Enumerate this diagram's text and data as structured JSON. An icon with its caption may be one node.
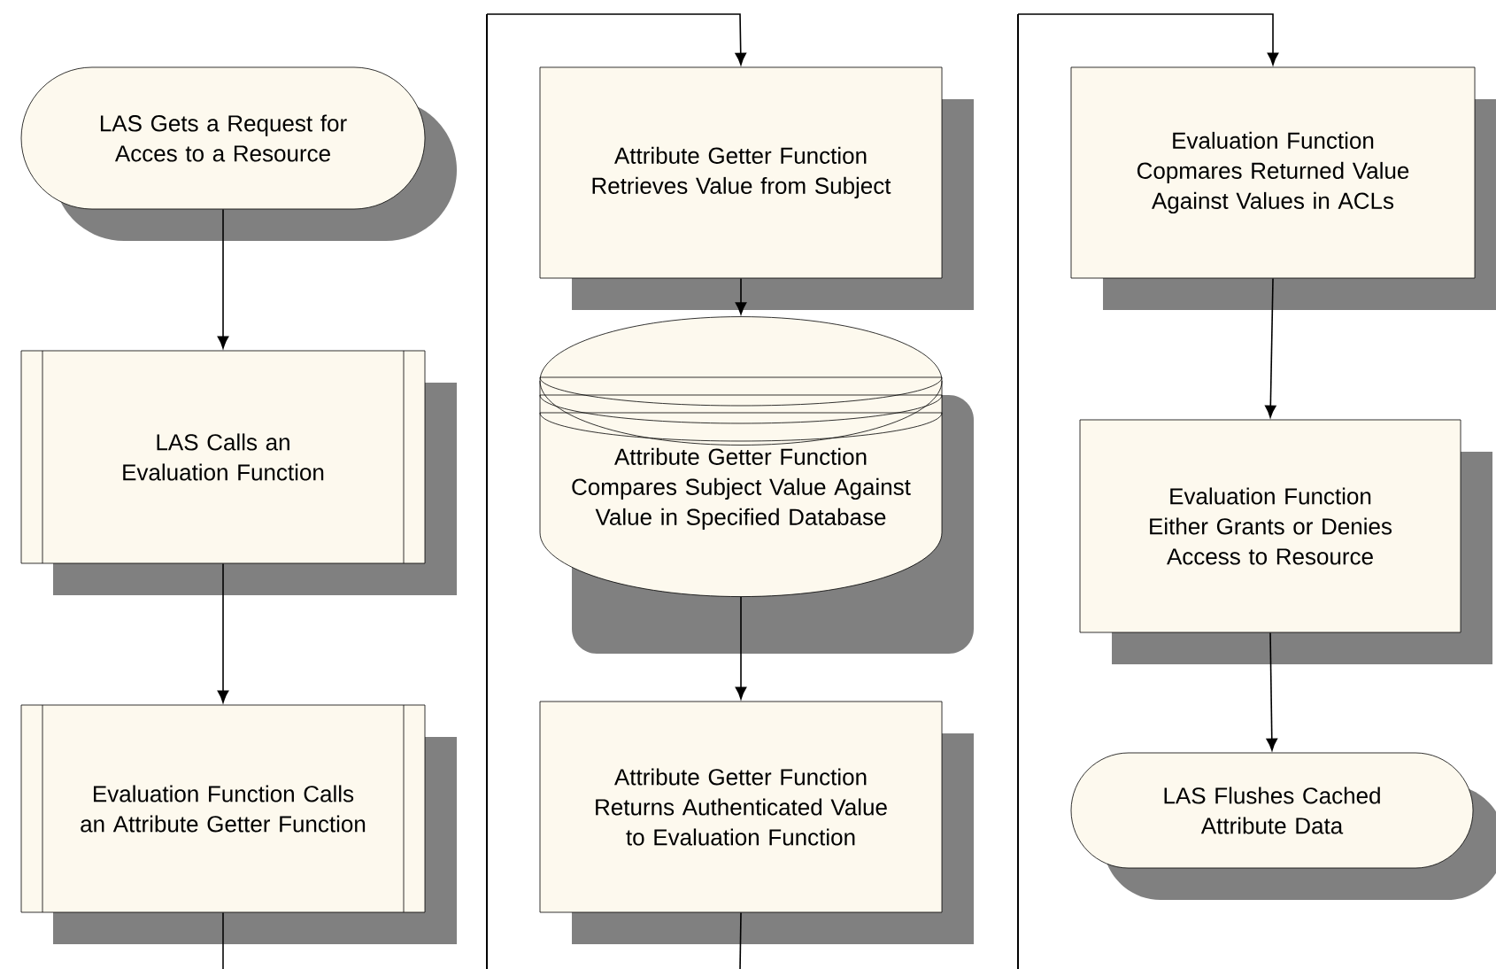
{
  "diagram": {
    "nodes": [
      {
        "text": [
          "LAS Gets a Request for Acces to a Resource"
        ]
      },
      {
        "text": [
          "LAS Calls an Evaluation Function"
        ]
      },
      {
        "text": [
          "Evaluation Function Calls an Attribute Getter Function"
        ]
      },
      {
        "text": [
          "Attribute Getter Function Retrieves Value from Subject"
        ]
      },
      {
        "text": [
          "Attribute Getter Function Compares Subject Value Against Value in Specified Database"
        ]
      },
      {
        "text": [
          "Attribute Getter Function Returns Authenticated Value to Evaluation Function"
        ]
      },
      {
        "text": [
          "Evaluation Function Copmares Returned Value Against Values in ACLs"
        ]
      },
      {
        "text": [
          "Evaluation Function Either Grants or Denies Access to Resource"
        ]
      },
      {
        "text": [
          "LAS Flushes Cached Attribute Data"
        ]
      }
    ],
    "edges": [
      {
        "from": 0,
        "to": 1,
        "arrow": "to"
      },
      {
        "from": 1,
        "to": 2,
        "arrow": "to"
      },
      {
        "from": 2,
        "to": null,
        "arrow": "none"
      },
      {
        "from": null,
        "to": 3,
        "arrow": "to"
      },
      {
        "from": 3,
        "to": 4,
        "arrow": "to"
      },
      {
        "from": 4,
        "to": 5,
        "arrow": "to"
      },
      {
        "from": 5,
        "to": null,
        "arrow": "none"
      },
      {
        "from": null,
        "to": 6,
        "arrow": "to"
      },
      {
        "from": 6,
        "to": 7,
        "arrow": "to"
      },
      {
        "from": 7,
        "to": 8,
        "arrow": "to"
      }
    ]
  }
}
